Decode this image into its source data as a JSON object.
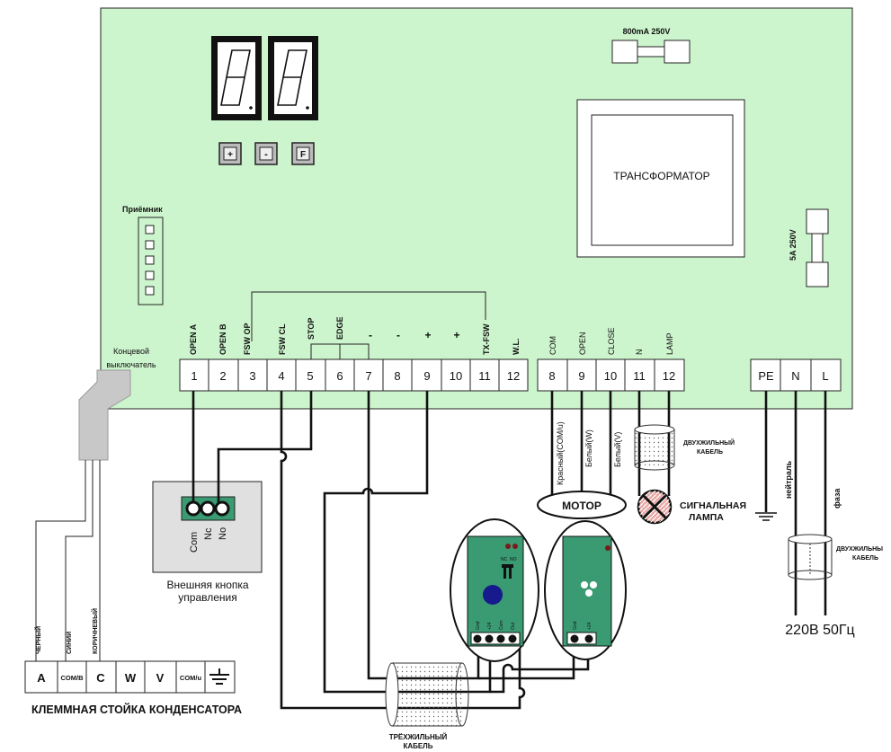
{
  "board": {
    "fuse_top": "800mA 250V",
    "fuse_side": "5A 250V",
    "transformer": "ТРАНСФОРМАТОР",
    "receiver": "Приёмник",
    "buttons": [
      "+",
      "-",
      "F"
    ]
  },
  "limit_switch": {
    "label_line1": "Концевой",
    "label_line2": "выключатель"
  },
  "terminal_labels": [
    "OPEN A",
    "OPEN B",
    "FSW OP",
    "FSW CL",
    "STOP",
    "EDGE",
    "-",
    "-",
    "+",
    "+",
    "TX-FSW",
    "W.L."
  ],
  "terminal_numbers": [
    "1",
    "2",
    "3",
    "4",
    "5",
    "6",
    "7",
    "8",
    "9",
    "10",
    "11",
    "12"
  ],
  "motor_labels": [
    "COM",
    "OPEN",
    "CLOSE",
    "N",
    "LAMP"
  ],
  "motor_numbers": [
    "8",
    "9",
    "10",
    "11",
    "12"
  ],
  "power_labels": [
    "PE",
    "N",
    "L"
  ],
  "motor_wires": [
    "Красный(COM/u)",
    "Белый(W)",
    "Белый(V)"
  ],
  "motor": "МОТОР",
  "lamp": {
    "line1": "СИГНАЛЬНАЯ",
    "line2": "ЛАМПА"
  },
  "two_core_cable": {
    "line1": "ДВУХЖИЛЬНЫЙ",
    "line2": "КАБЕЛЬ"
  },
  "two_core_cable_power": {
    "line1": "ДВУХЖИЛЬНЫ",
    "line2": "КАБЕЛЬ"
  },
  "three_core_cable": {
    "line1": "ТРЁХЖИЛЬНЫЙ",
    "line2": "КАБЕЛЬ"
  },
  "power_wires": {
    "neutral": "нейтраль",
    "phase": "фаза"
  },
  "mains": "220В 50Гц",
  "ext_button": {
    "pins": [
      "Com",
      "Nc",
      "No"
    ],
    "caption_line1": "Внешняя кнопка",
    "caption_line2": "управления"
  },
  "photocell_tx": {
    "pins": [
      "Gnd",
      "+24",
      "Com",
      "Out"
    ],
    "nc": "NC",
    "no": "NO"
  },
  "photocell_rx": {
    "pins": [
      "Gnd",
      "+24"
    ]
  },
  "capacitor_wires": [
    "ЧЕРНЫЙ",
    "СИНИЙ",
    "КОРИЧНЕВЫЙ"
  ],
  "capacitor_terminals": [
    "A",
    "COM/B",
    "C",
    "W",
    "V",
    "COM/u"
  ],
  "capacitor_caption": "КЛЕММНАЯ СТОЙКА КОНДЕНСАТОРА",
  "colors": {
    "board": "#cdf5cd",
    "lamp": "#e8a9a5",
    "ext_box": "#e0e0e0",
    "connector": "#3a9a72",
    "lens": "#161a8c"
  }
}
